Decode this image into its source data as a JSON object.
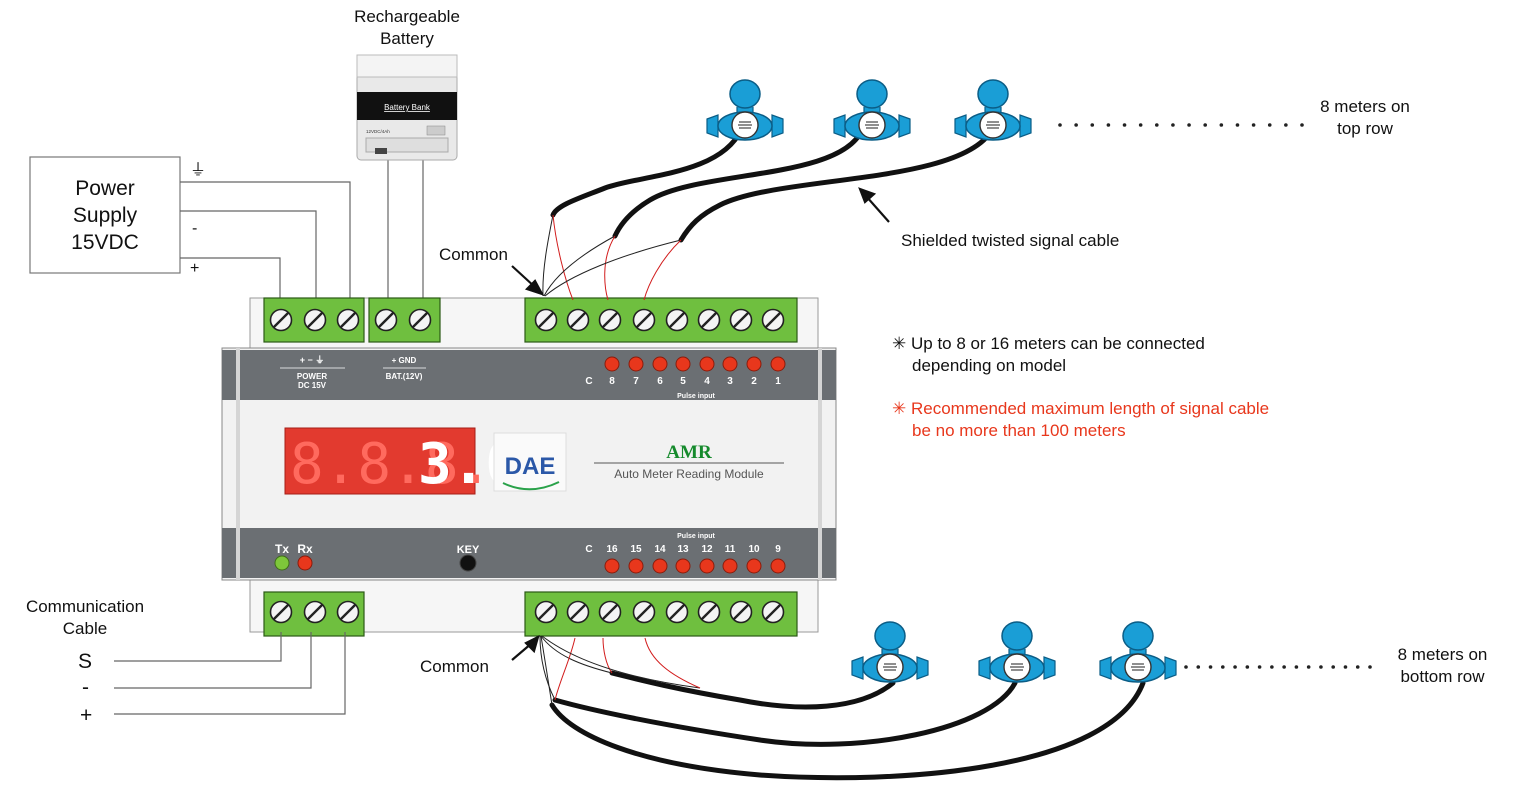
{
  "battery": {
    "title_line1": "Rechargeable",
    "title_line2": "Battery",
    "label": "Battery Bank",
    "small_text": "12VDC/4Ah"
  },
  "power_supply": {
    "line1": "Power",
    "line2": "Supply",
    "line3": "15VDC",
    "terminals": [
      "⏚",
      "-",
      "+"
    ]
  },
  "top_common": "Common",
  "bottom_common": "Common",
  "signal_cable": "Shielded twisted signal cable",
  "top_meters": {
    "line1": "8 meters on",
    "line2": "top row"
  },
  "bottom_meters": {
    "line1": "8 meters on",
    "line2": "bottom row"
  },
  "notes": [
    {
      "marker": "✳",
      "line1": "Up to 8 or 16 meters can be connected",
      "line2": "depending on model",
      "color": "#111111"
    },
    {
      "marker": "✳",
      "line1": "Recommended maximum length of signal cable",
      "line2": "be no more than 100 meters",
      "color": "#e8371c"
    }
  ],
  "communication": {
    "title_line1": "Communication",
    "title_line2": "Cable",
    "lines": [
      "S",
      "-",
      "+"
    ]
  },
  "module": {
    "power_signs": "+  −  ⏚",
    "power_label": "POWER",
    "power_sub": "DC 15V",
    "bat_signs": "+  GND",
    "bat_label": "BAT.(12V)",
    "top_channels": [
      "C",
      "8",
      "7",
      "6",
      "5",
      "4",
      "3",
      "2",
      "1"
    ],
    "bottom_channels": [
      "C",
      "16",
      "15",
      "14",
      "13",
      "12",
      "11",
      "10",
      "9"
    ],
    "pulse_input": "Pulse input",
    "display_dim": "8.8.8.8.",
    "display_value": "3.0",
    "logo": "DAE",
    "amr_title": "AMR",
    "amr_subtitle": "Auto Meter Reading Module",
    "tx": "Tx",
    "rx": "Rx",
    "key": "KEY"
  },
  "colors": {
    "terminal_green": "#6fbf3f",
    "led_red": "#e8371c",
    "led_green": "#7ec73a",
    "panel_gray": "#6b6f73",
    "meter_blue": "#1a9ed6",
    "display_red": "#e23a2f"
  }
}
